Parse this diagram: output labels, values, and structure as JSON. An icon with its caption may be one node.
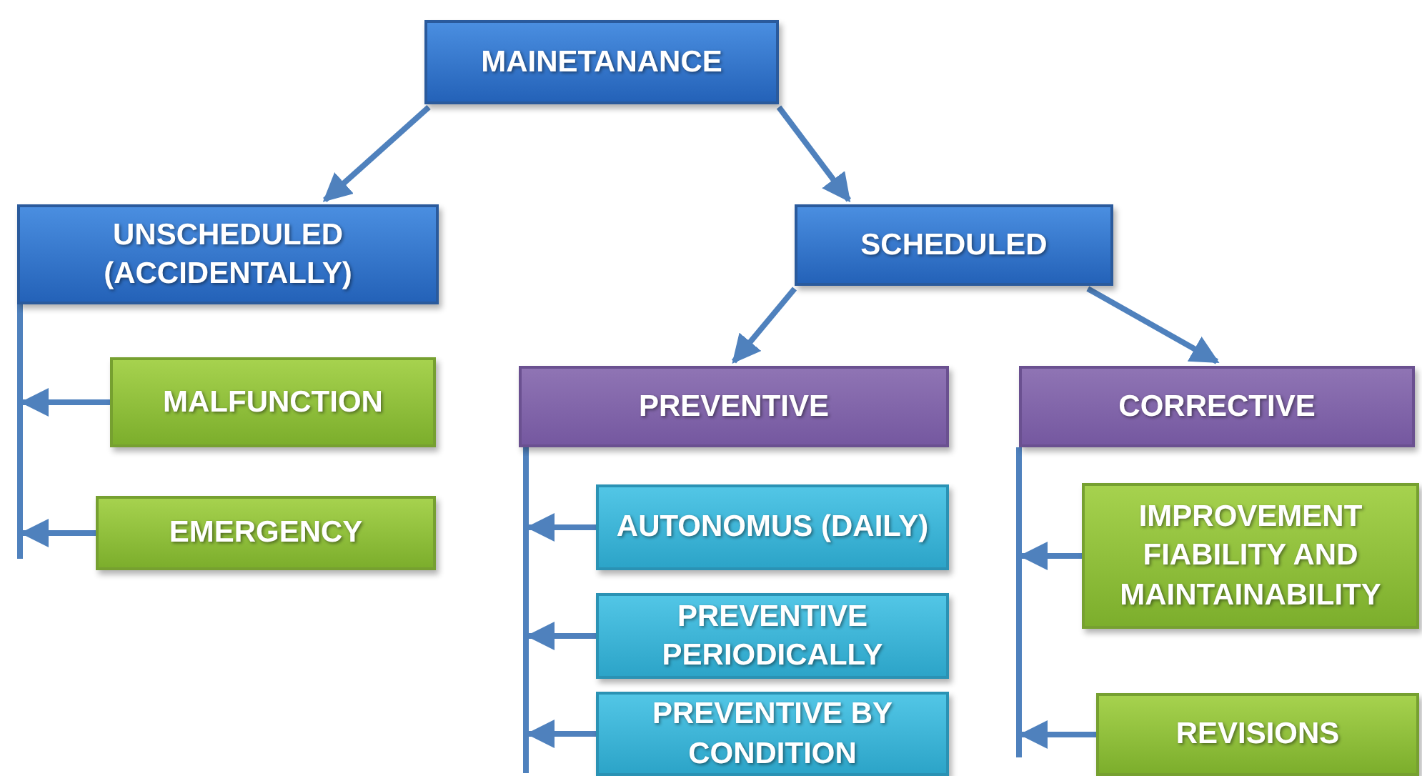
{
  "diagram": {
    "nodes": [
      {
        "text": [
          "MAINETANANCE"
        ]
      },
      {
        "text": [
          "UNSCHEDULED (ACCIDENTALLY)"
        ]
      },
      {
        "text": [
          "SCHEDULED"
        ]
      },
      {
        "text": [
          "MALFUNCTION"
        ]
      },
      {
        "text": [
          "EMERGENCY"
        ]
      },
      {
        "text": [
          "PREVENTIVE"
        ]
      },
      {
        "text": [
          "CORRECTIVE"
        ]
      },
      {
        "text": [
          "AUTONOMUS (DAILY)"
        ]
      },
      {
        "text": [
          "PREVENTIVE PERIODICALLY"
        ]
      },
      {
        "text": [
          "PREVENTIVE BY CONDITION"
        ]
      },
      {
        "text": [
          "IMPROVEMENT FIABILITY AND MAINTAINABILITY"
        ]
      },
      {
        "text": [
          "REVISIONS"
        ]
      },
      {
        "text": [],
        "shape": "bar"
      },
      {
        "text": [],
        "shape": "bar"
      },
      {
        "text": [],
        "shape": "bar"
      }
    ],
    "edges": [
      {
        "from": 0,
        "to": 1,
        "arrow": "to"
      },
      {
        "from": 0,
        "to": 2,
        "arrow": "to"
      },
      {
        "from": 2,
        "to": 5,
        "arrow": "to"
      },
      {
        "from": 2,
        "to": 6,
        "arrow": "to"
      },
      {
        "from": 3,
        "to": 12,
        "arrow": "to"
      },
      {
        "from": 4,
        "to": 12,
        "arrow": "to"
      },
      {
        "from": 7,
        "to": 13,
        "arrow": "to"
      },
      {
        "from": 8,
        "to": 13,
        "arrow": "to"
      },
      {
        "from": 9,
        "to": 13,
        "arrow": "to"
      },
      {
        "from": 10,
        "to": 14,
        "arrow": "to"
      },
      {
        "from": 11,
        "to": 14,
        "arrow": "to"
      },
      {
        "from": 1,
        "to": 12,
        "arrow": "none"
      },
      {
        "from": 5,
        "to": 13,
        "arrow": "none"
      },
      {
        "from": 6,
        "to": 14,
        "arrow": "none"
      }
    ]
  }
}
